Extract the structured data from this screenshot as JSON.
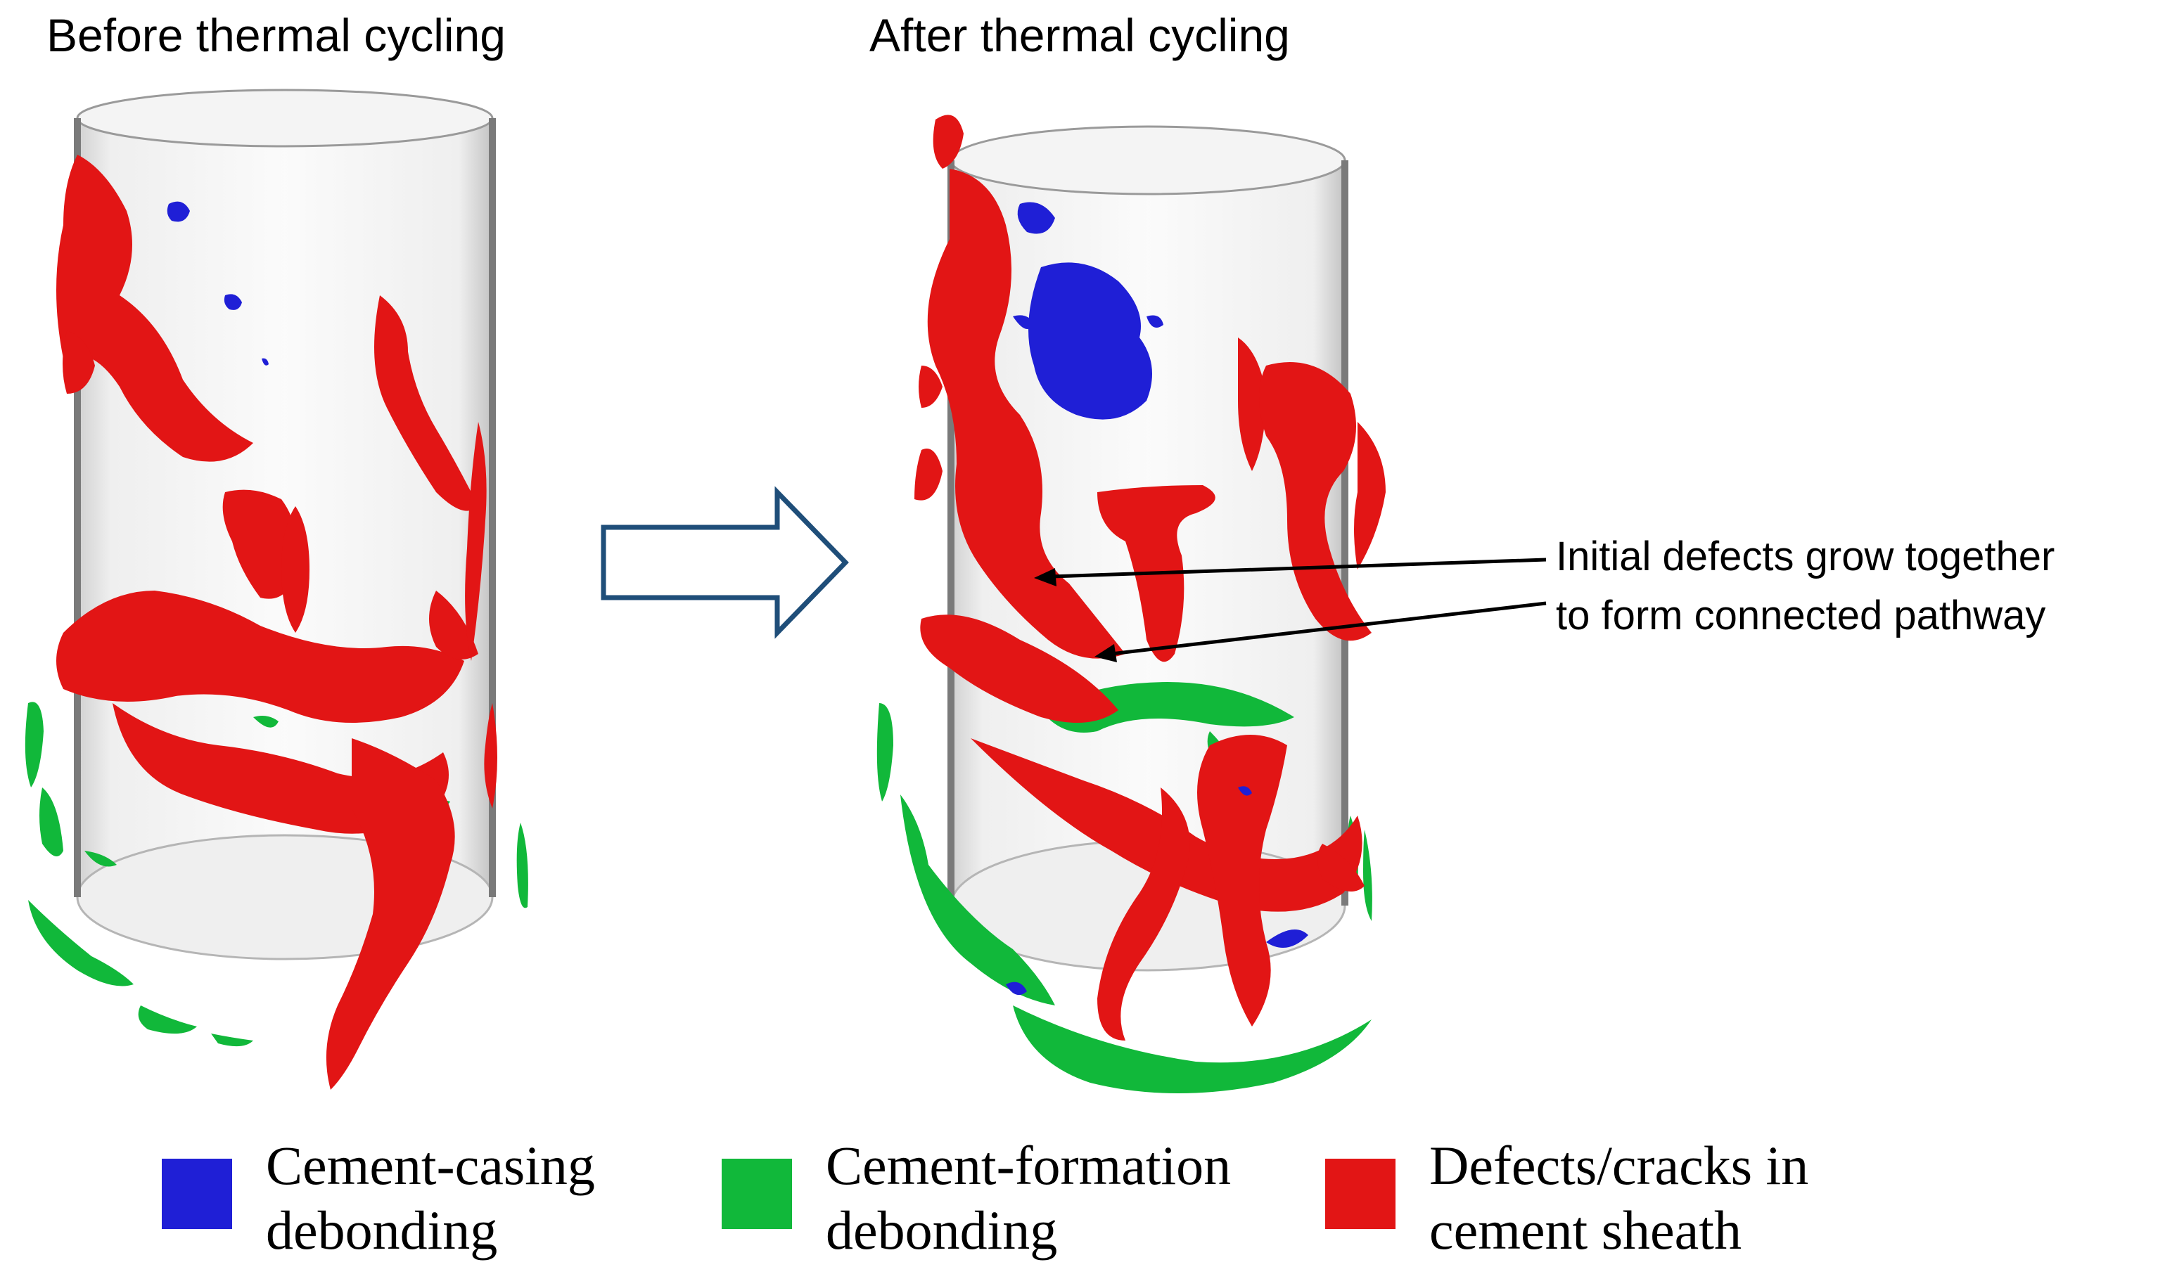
{
  "panels": {
    "before": {
      "title": "Before thermal cycling"
    },
    "after": {
      "title": "After thermal cycling"
    }
  },
  "annotation": {
    "line1": "Initial defects grow together",
    "line2": "to form connected pathway"
  },
  "legend": [
    {
      "line1": "Cement-casing",
      "line2": "debonding",
      "color": "#1f1fd6"
    },
    {
      "line1": "Cement-formation",
      "line2": "debonding",
      "color": "#11b83a"
    },
    {
      "line1": "Defects/cracks in",
      "line2": "cement sheath",
      "color": "#e21515"
    }
  ],
  "colors": {
    "casing_debonding": "#1f1fd6",
    "formation_debonding": "#11b83a",
    "defects": "#e21515",
    "arrow_outline": "#1f4e79",
    "cylinder_edge": "#8a8a8a"
  }
}
